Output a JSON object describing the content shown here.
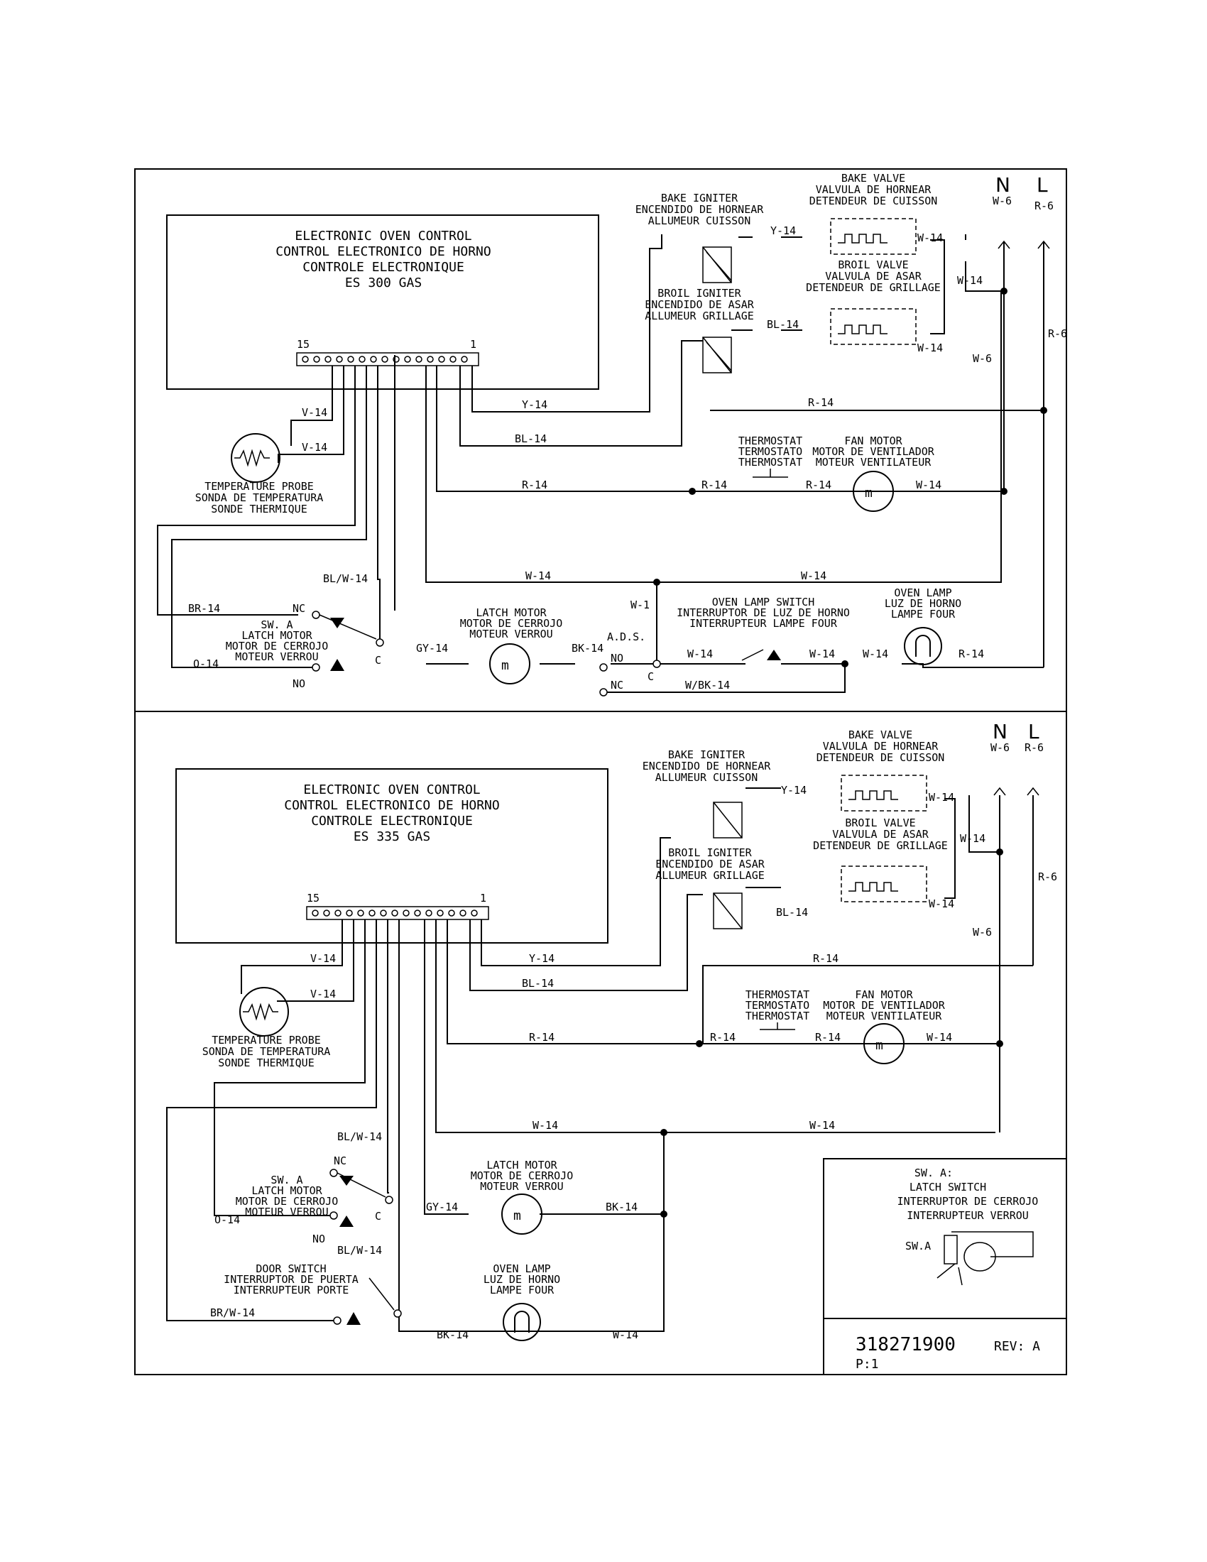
{
  "top": {
    "control": [
      "ELECTRONIC OVEN CONTROL",
      "CONTROL ELECTRONICO DE HORNO",
      "CONTROLE ELECTRONIQUE",
      "ES 300 GAS"
    ],
    "pin_first": "15",
    "pin_last": "1",
    "bake_igniter": [
      "BAKE IGNITER",
      "ENCENDIDO DE HORNEAR",
      "ALLUMEUR CUISSON"
    ],
    "bake_valve": [
      "BAKE VALVE",
      "VALVULA DE HORNEAR",
      "DETENDEUR DE CUISSON"
    ],
    "broil_igniter": [
      "BROIL IGNITER",
      "ENCENDIDO DE ASAR",
      "ALLUMEUR GRILLAGE"
    ],
    "broil_valve": [
      "BROIL VALVE",
      "VALVULA DE ASAR",
      "DETENDEUR DE GRILLAGE"
    ],
    "temp_probe": [
      "TEMPERATURE PROBE",
      "SONDA DE TEMPERATURA",
      "SONDE THERMIQUE"
    ],
    "thermostat": [
      "THERMOSTAT",
      "TERMOSTATO",
      "THERMOSTAT"
    ],
    "fan_motor": [
      "FAN MOTOR",
      "MOTOR DE VENTILADOR",
      "MOTEUR VENTILATEUR"
    ],
    "latch_motor": [
      "LATCH MOTOR",
      "MOTOR DE CERROJO",
      "MOTEUR VERROU"
    ],
    "oven_lamp_switch": [
      "OVEN LAMP SWITCH",
      "INTERRUPTOR DE LUZ DE HORNO",
      "INTERRUPTEUR LAMPE FOUR"
    ],
    "oven_lamp": [
      "OVEN LAMP",
      "LUZ DE HORNO",
      "LAMPE FOUR"
    ],
    "sw_a": [
      "SW. A",
      "LATCH MOTOR",
      "MOTOR DE CERROJO",
      "MOTEUR VERROU"
    ],
    "ads": "A.D.S.",
    "wires": {
      "y14": "Y-14",
      "bl14": "BL-14",
      "r14": "R-14",
      "w14": "W-14",
      "v14": "V-14",
      "w6": "W-6",
      "r6": "R-6",
      "w1": "W-1",
      "gy14": "GY-14",
      "bk14": "BK-14",
      "br14": "BR-14",
      "o14": "O-14",
      "blw14": "BL/W-14",
      "wbk14": "W/BK-14"
    },
    "contacts": {
      "nc": "NC",
      "no": "NO",
      "c": "C"
    },
    "n": "N",
    "l": "L"
  },
  "bottom": {
    "control": [
      "ELECTRONIC OVEN CONTROL",
      "CONTROL ELECTRONICO DE HORNO",
      "CONTROLE ELECTRONIQUE",
      "ES 335 GAS"
    ],
    "pin_first": "15",
    "pin_last": "1",
    "bake_igniter": [
      "BAKE IGNITER",
      "ENCENDIDO DE HORNEAR",
      "ALLUMEUR CUISSON"
    ],
    "bake_valve": [
      "BAKE VALVE",
      "VALVULA DE HORNEAR",
      "DETENDEUR DE CUISSON"
    ],
    "broil_igniter": [
      "BROIL IGNITER",
      "ENCENDIDO DE ASAR",
      "ALLUMEUR GRILLAGE"
    ],
    "broil_valve": [
      "BROIL VALVE",
      "VALVULA DE ASAR",
      "DETENDEUR DE GRILLAGE"
    ],
    "temp_probe": [
      "TEMPERATURE PROBE",
      "SONDA DE TEMPERATURA",
      "SONDE THERMIQUE"
    ],
    "thermostat": [
      "THERMOSTAT",
      "TERMOSTATO",
      "THERMOSTAT"
    ],
    "fan_motor": [
      "FAN MOTOR",
      "MOTOR DE VENTILADOR",
      "MOTEUR VENTILATEUR"
    ],
    "latch_motor": [
      "LATCH MOTOR",
      "MOTOR DE CERROJO",
      "MOTEUR VERROU"
    ],
    "oven_lamp": [
      "OVEN LAMP",
      "LUZ DE HORNO",
      "LAMPE FOUR"
    ],
    "sw_a": [
      "SW. A",
      "LATCH MOTOR",
      "MOTOR DE CERROJO",
      "MOTEUR VERROU"
    ],
    "door_switch": [
      "DOOR SWITCH",
      "INTERRUPTOR DE PUERTA",
      "INTERRUPTEUR PORTE"
    ],
    "wires": {
      "y14": "Y-14",
      "bl14": "BL-14",
      "r14": "R-14",
      "w14": "W-14",
      "v14": "V-14",
      "w6": "W-6",
      "r6": "R-6",
      "gy14": "GY-14",
      "bk14": "BK-14",
      "o14": "O-14",
      "blw14": "BL/W-14",
      "brw14": "BR/W-14"
    },
    "contacts": {
      "nc": "NC",
      "no": "NO",
      "c": "C"
    },
    "n": "N",
    "l": "L"
  },
  "legend": [
    "SW. A:",
    "LATCH SWITCH",
    "INTERRUPTOR DE CERROJO",
    "INTERRUPTEUR VERROU"
  ],
  "legend_label": "SW.A",
  "part_number": "318271900",
  "revision": "REV: A",
  "page": "P:1"
}
